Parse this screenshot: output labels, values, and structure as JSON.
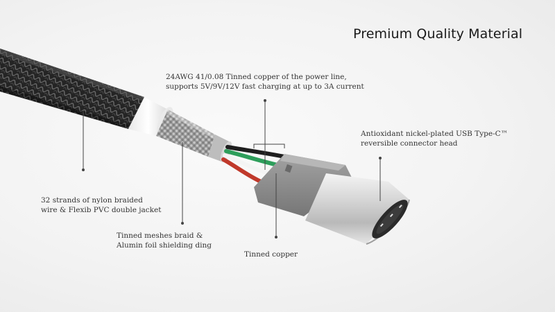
{
  "title": "Premium Quality Material",
  "callouts": {
    "power_line": {
      "line1": "24AWG 41/0.08 Tinned copper of the power line,",
      "line2": "supports 5V/9V/12V fast charging at up to 3A current"
    },
    "connector": {
      "line1": "Antioxidant nickel-plated USB Type-C™",
      "line2": "reversible connector head"
    },
    "nylon": {
      "line1": "32 strands of nylon braided",
      "line2": "wire & Flexib PVC double jacket"
    },
    "shielding": {
      "line1": "Tinned meshes braid &",
      "line2": "Alumin foil shielding ding"
    },
    "copper": {
      "line1": "Tinned copper"
    }
  },
  "colors": {
    "wire_red": "#c0392b",
    "wire_green": "#2e9e5b",
    "wire_white": "#f4f4f4",
    "wire_black": "#1e1e1e",
    "braid": "#2a2a2a",
    "connector_metal": "#cfcfcf",
    "overmold": "#8e8e8e"
  }
}
